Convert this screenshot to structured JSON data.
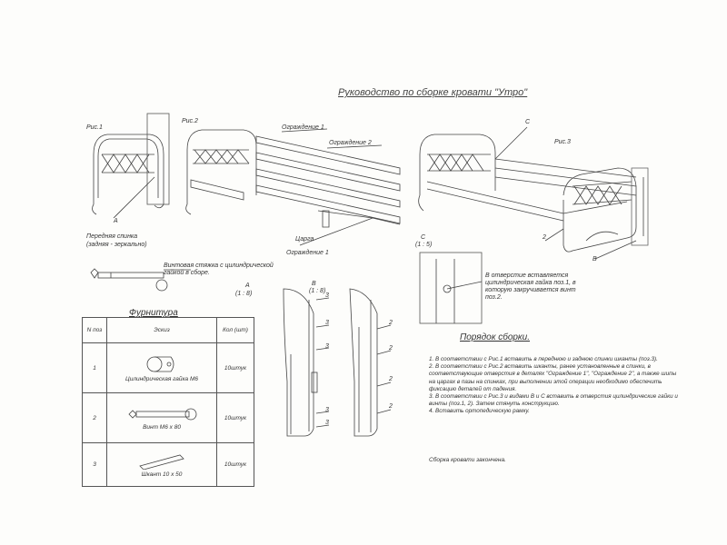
{
  "title": "Руководство по сборке кровати \"Утро\"",
  "figures": {
    "fig1": "Рис.1",
    "fig2": "Рис.2",
    "fig3": "Рис.3"
  },
  "labels": {
    "a_fig1": "А",
    "front_back_note": "Передняя спинка (задняя - зеркально)",
    "fence1_top": "Ограждение 1",
    "fence2": "Ограждение 2",
    "tsarga": "Царга",
    "fence1_bottom": "Ограждение 1",
    "c_fig3": "С",
    "two_fig3": "2",
    "b_fig3": "В",
    "screw_tie": "Винтовая стяжка с цилиндрической гайкой в сборе.",
    "detail_a": "А",
    "detail_a_scale": "(1 : 8)",
    "detail_b": "В",
    "detail_b_scale": "(1 : 8)",
    "detail_c": "С",
    "detail_c_scale": "(1 : 5)",
    "insert_note": "В отверстие вставляется цилиндрическая гайка поз.1, в которую закручивается винт поз.2.",
    "callout_3": "3",
    "callout_2": "2"
  },
  "fittings": {
    "title": "Фурнитура",
    "headers": [
      "N поз",
      "Эскиз",
      "Кол (шт)"
    ],
    "rows": [
      {
        "n": "1",
        "name": "Цилиндрическая гайка М6",
        "qty": "10штук"
      },
      {
        "n": "2",
        "name": "Винт М6 х 80",
        "qty": "10штук"
      },
      {
        "n": "3",
        "name": "Шкант 10 х 50",
        "qty": "10штук"
      }
    ]
  },
  "assembly": {
    "title": "Порядок сборки.",
    "steps": [
      "1. В соответствии с Рис.1 вставить в переднюю и заднюю спинки шканты (поз.3).",
      "2. В соответствии с Рис.2 вставить шканты, ранее установленные в спинки, в соответствующие отверстия в деталях \"Ограждение 1\", \"Ограждение 2\", а также шипы на царгах в пазы на спинках, при выполнении этой операции необходимо обеспечить фиксацию деталей от падения.",
      "3. В соответствии с Рис.3 и видами В и С вставить в отверстия цилиндрические гайки и винты (поз.1, 2). Затем стянуть конструкцию.",
      "4. Вставить ортопедическую рамку."
    ],
    "done": "Сборка кровати закончена."
  }
}
